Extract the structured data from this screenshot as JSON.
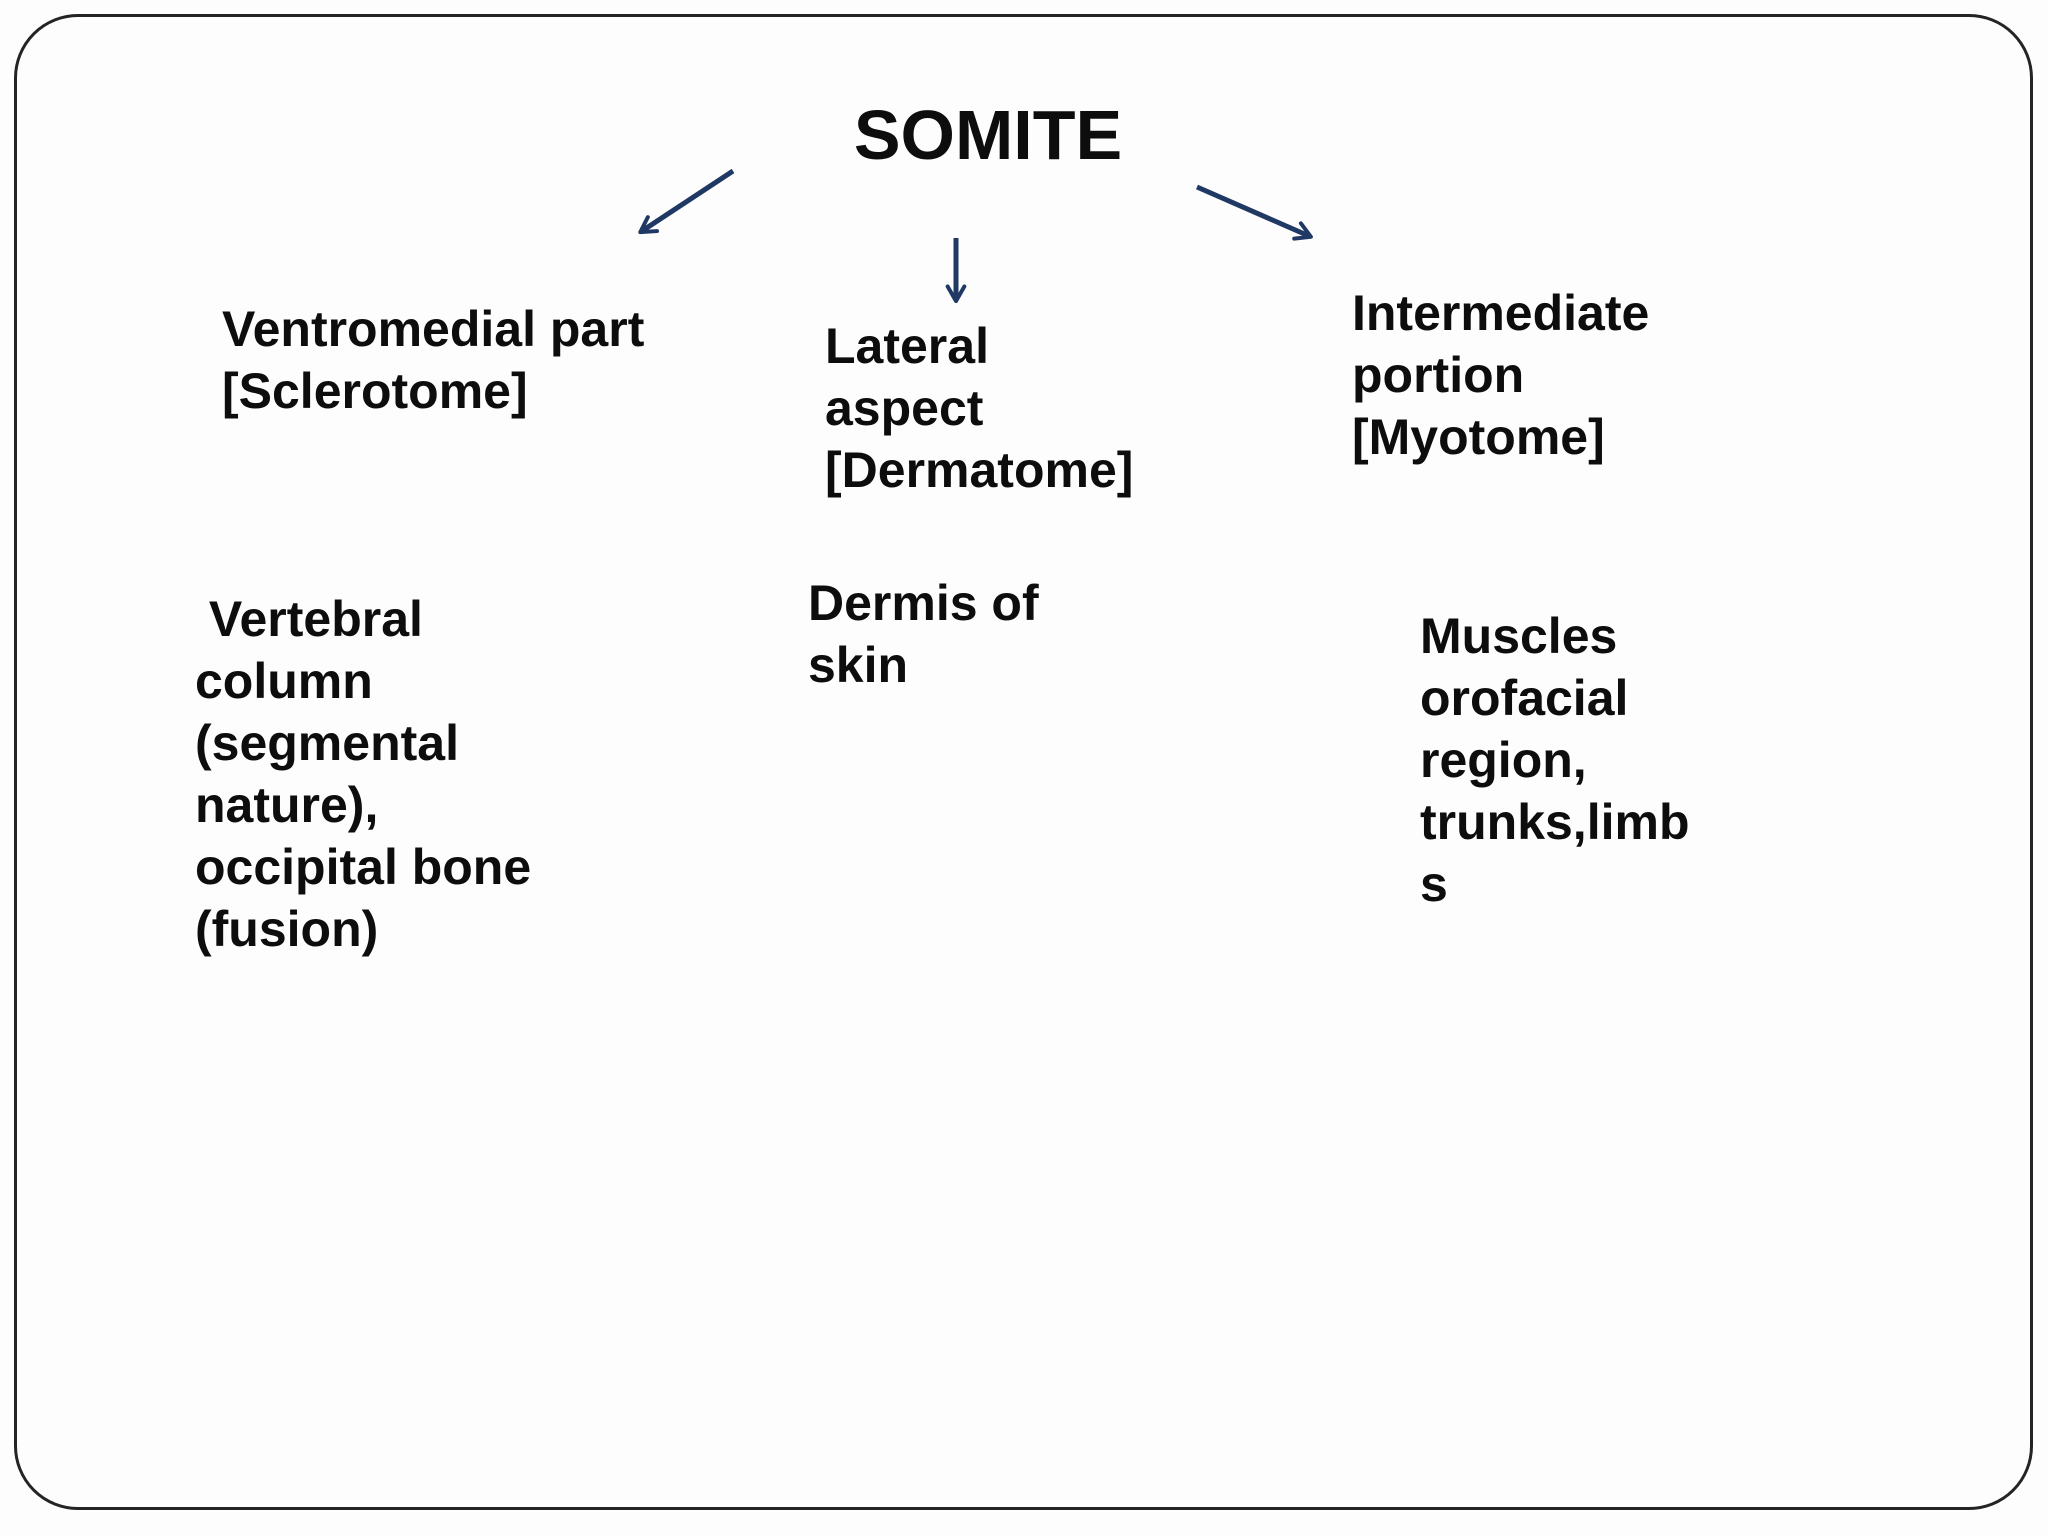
{
  "slide": {
    "title": "SOMITE",
    "colors": {
      "arrow": "#1f3864",
      "text": "#0d0d0d",
      "border": "#242424",
      "background": "#fdfdfd"
    },
    "branches": [
      {
        "name": "sclerotome",
        "label": "Ventromedial part\n[Sclerotome]",
        "derivative": " Vertebral\ncolumn\n(segmental\nnature),\noccipital bone\n(fusion)"
      },
      {
        "name": "dermatome",
        "label": "Lateral\naspect\n[Dermatome]",
        "derivative": "Dermis of\nskin"
      },
      {
        "name": "myotome",
        "label": "Intermediate\nportion\n[Myotome]",
        "derivative": "Muscles\norofacial\nregion,\ntrunks,limb\ns"
      }
    ]
  }
}
